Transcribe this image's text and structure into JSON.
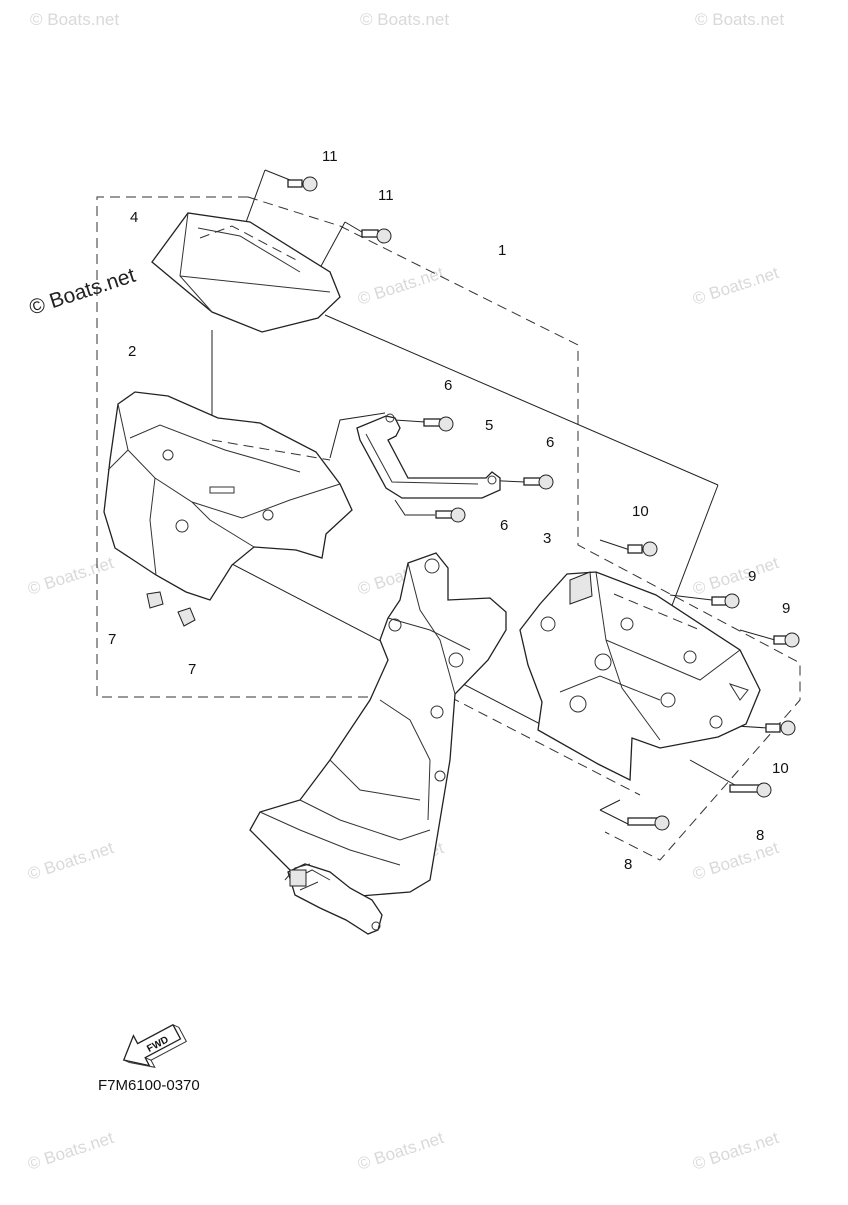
{
  "callouts": [
    "1",
    "2",
    "3",
    "4",
    "5",
    "6",
    "6",
    "6",
    "7",
    "7",
    "8",
    "8",
    "9",
    "9",
    "10",
    "10",
    "11",
    "11"
  ],
  "fwd_label": "FWD",
  "diagram_code": "F7M6100-0370",
  "watermark_text": "© Boats.net",
  "colors": {
    "line": "#222222",
    "watermark": "#d9d9d9",
    "background": "#ffffff"
  }
}
